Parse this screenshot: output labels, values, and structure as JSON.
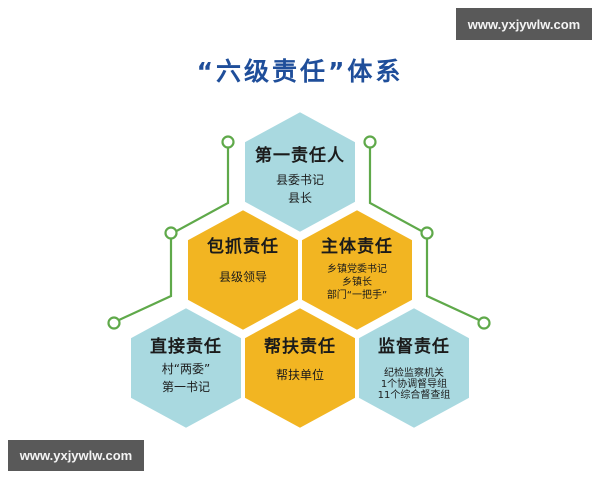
{
  "title": "“六级责任”体系",
  "watermark_top": "www.yxjywlw.com",
  "watermark_bottom": "www.yxjywlw.com",
  "colors": {
    "title": "#1f4e9a",
    "hex_blue": "#a9d9e0",
    "hex_gold": "#f2b522",
    "connector_green": "#5fa94a",
    "text": "#1b1b1b"
  },
  "hexagons": [
    {
      "id": "first",
      "title": "第一责任人",
      "lines": [
        "县委书记",
        "县长"
      ],
      "color": "blue"
    },
    {
      "id": "grasp",
      "title": "包抓责任",
      "lines": [
        "县级领导"
      ],
      "color": "gold"
    },
    {
      "id": "main",
      "title": "主体责任",
      "lines": [
        "乡镇党委书记",
        "乡镇长",
        "部门“一把手”"
      ],
      "color": "gold"
    },
    {
      "id": "direct",
      "title": "直接责任",
      "lines": [
        "村“两委”",
        "第一书记"
      ],
      "color": "blue"
    },
    {
      "id": "assist",
      "title": "帮扶责任",
      "lines": [
        "帮扶单位"
      ],
      "color": "gold"
    },
    {
      "id": "supervise",
      "title": "监督责任",
      "lines": [
        "纪检监察机关",
        "1个协调督导组",
        "11个综合督查组"
      ],
      "color": "blue"
    }
  ]
}
